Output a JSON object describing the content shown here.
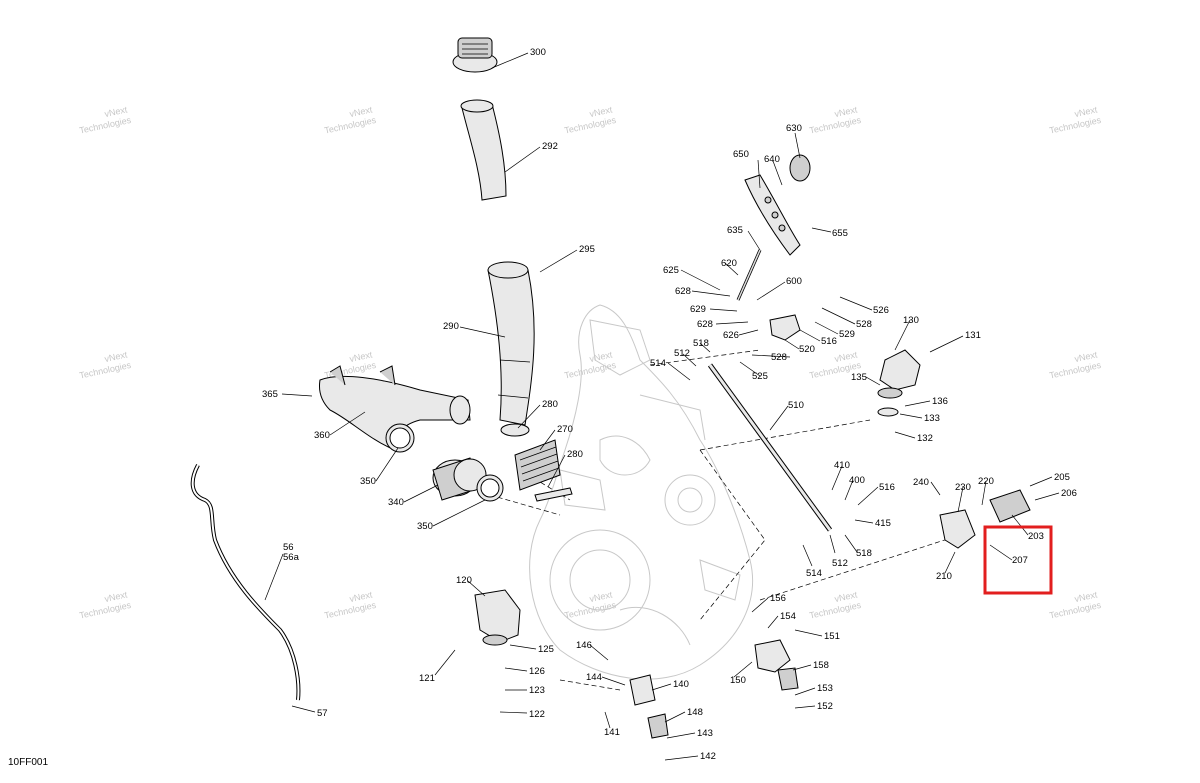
{
  "drawing": {
    "code": "10FF001",
    "watermark_lines": [
      "vNext",
      "Technologies"
    ],
    "highlight_color": "#e21e1e",
    "callouts": [
      "300",
      "292",
      "295",
      "290",
      "280",
      "270",
      "280",
      "360",
      "365",
      "350",
      "340",
      "350",
      "56",
      "56a",
      "57",
      "650",
      "640",
      "630",
      "635",
      "655",
      "625",
      "620",
      "600",
      "628",
      "629",
      "628",
      "626",
      "526",
      "528",
      "529",
      "516",
      "520",
      "528",
      "525",
      "514",
      "512",
      "518",
      "510",
      "130",
      "131",
      "135",
      "136",
      "133",
      "132",
      "410",
      "400",
      "516",
      "415",
      "518",
      "512",
      "514",
      "240",
      "230",
      "220",
      "205",
      "206",
      "203",
      "207",
      "210",
      "120",
      "125",
      "126",
      "121",
      "123",
      "122",
      "146",
      "144",
      "140",
      "141",
      "148",
      "143",
      "142",
      "156",
      "154",
      "151",
      "150",
      "158",
      "153",
      "152"
    ]
  }
}
